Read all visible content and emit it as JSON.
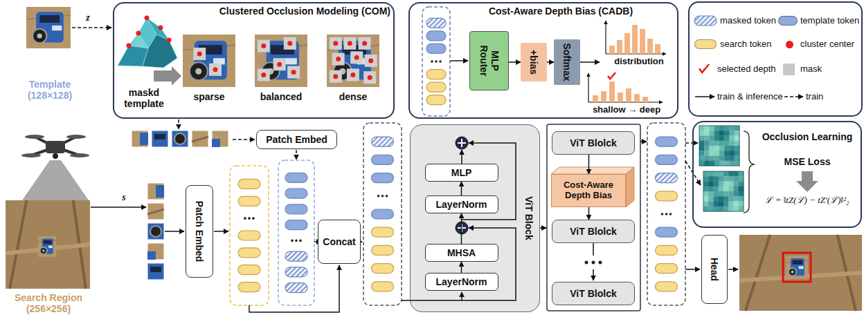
{
  "diagram": {
    "nodes": [
      {
        "text": [
          "Clustered Occlusion Modeling (COM)"
        ]
      },
      {
        "text": [
          "Cost-Aware Depth Bias (CADB)"
        ]
      },
      {
        "text": [
          "MLP Router"
        ],
        "in": 1
      },
      {
        "text": [
          "+bias"
        ],
        "in": 1
      },
      {
        "text": [
          "Softmax"
        ],
        "in": 1
      },
      {
        "text": [
          "Patch Embed"
        ]
      },
      {
        "text": [
          "Patch Embed"
        ]
      },
      {
        "text": [
          "Concat"
        ]
      },
      {
        "text": [
          "ViT Block"
        ]
      },
      {
        "text": [
          "LayerNorm"
        ],
        "in": 8
      },
      {
        "text": [
          "MHSA"
        ],
        "in": 8
      },
      {
        "text": [
          "LayerNorm"
        ],
        "in": 8
      },
      {
        "text": [
          "MLP"
        ],
        "in": 8
      },
      {
        "text": [
          "ViT Blolck"
        ]
      },
      {
        "text": [
          "Cost-Aware Depth Bias"
        ]
      },
      {
        "text": [
          "ViT Blolck"
        ]
      },
      {
        "text": [
          "ViT Blolck"
        ]
      },
      {
        "text": [
          "Occlusion Learning",
          "MSE Loss",
          "ℒ = ‖tZ(ℒ) − tZ′(ℒ)‖²₂"
        ]
      },
      {
        "text": [
          "Head"
        ]
      }
    ],
    "edges": [
      {
        "from": 2,
        "to": 3,
        "arrow": "to"
      },
      {
        "from": 3,
        "to": 4,
        "arrow": "to"
      },
      {
        "from": 9,
        "to": 10,
        "arrow": "to"
      },
      {
        "from": 10,
        "to": 11,
        "arrow": "to"
      },
      {
        "from": 11,
        "to": 12,
        "arrow": "to"
      },
      {
        "from": 13,
        "to": 14,
        "arrow": "to"
      },
      {
        "from": 14,
        "to": 15,
        "arrow": "to"
      }
    ],
    "labels": [
      "z",
      "Template (128×128)",
      "maskd template",
      "sparse",
      "balanced",
      "dense",
      "distribution",
      "shallow → deep",
      "s",
      "Search Region (256×256)"
    ],
    "legend": [
      {
        "text": "masked token"
      },
      {
        "text": "template token",
        "color": "#8faadc"
      },
      {
        "text": "search token",
        "color": "#f8dc8c"
      },
      {
        "text": "cluster center",
        "color": "#e8201c"
      },
      {
        "text": "selected depth"
      },
      {
        "text": "mask",
        "color": "#c8c8c8"
      },
      {
        "text": "train & inference"
      },
      {
        "text": "train"
      }
    ]
  }
}
